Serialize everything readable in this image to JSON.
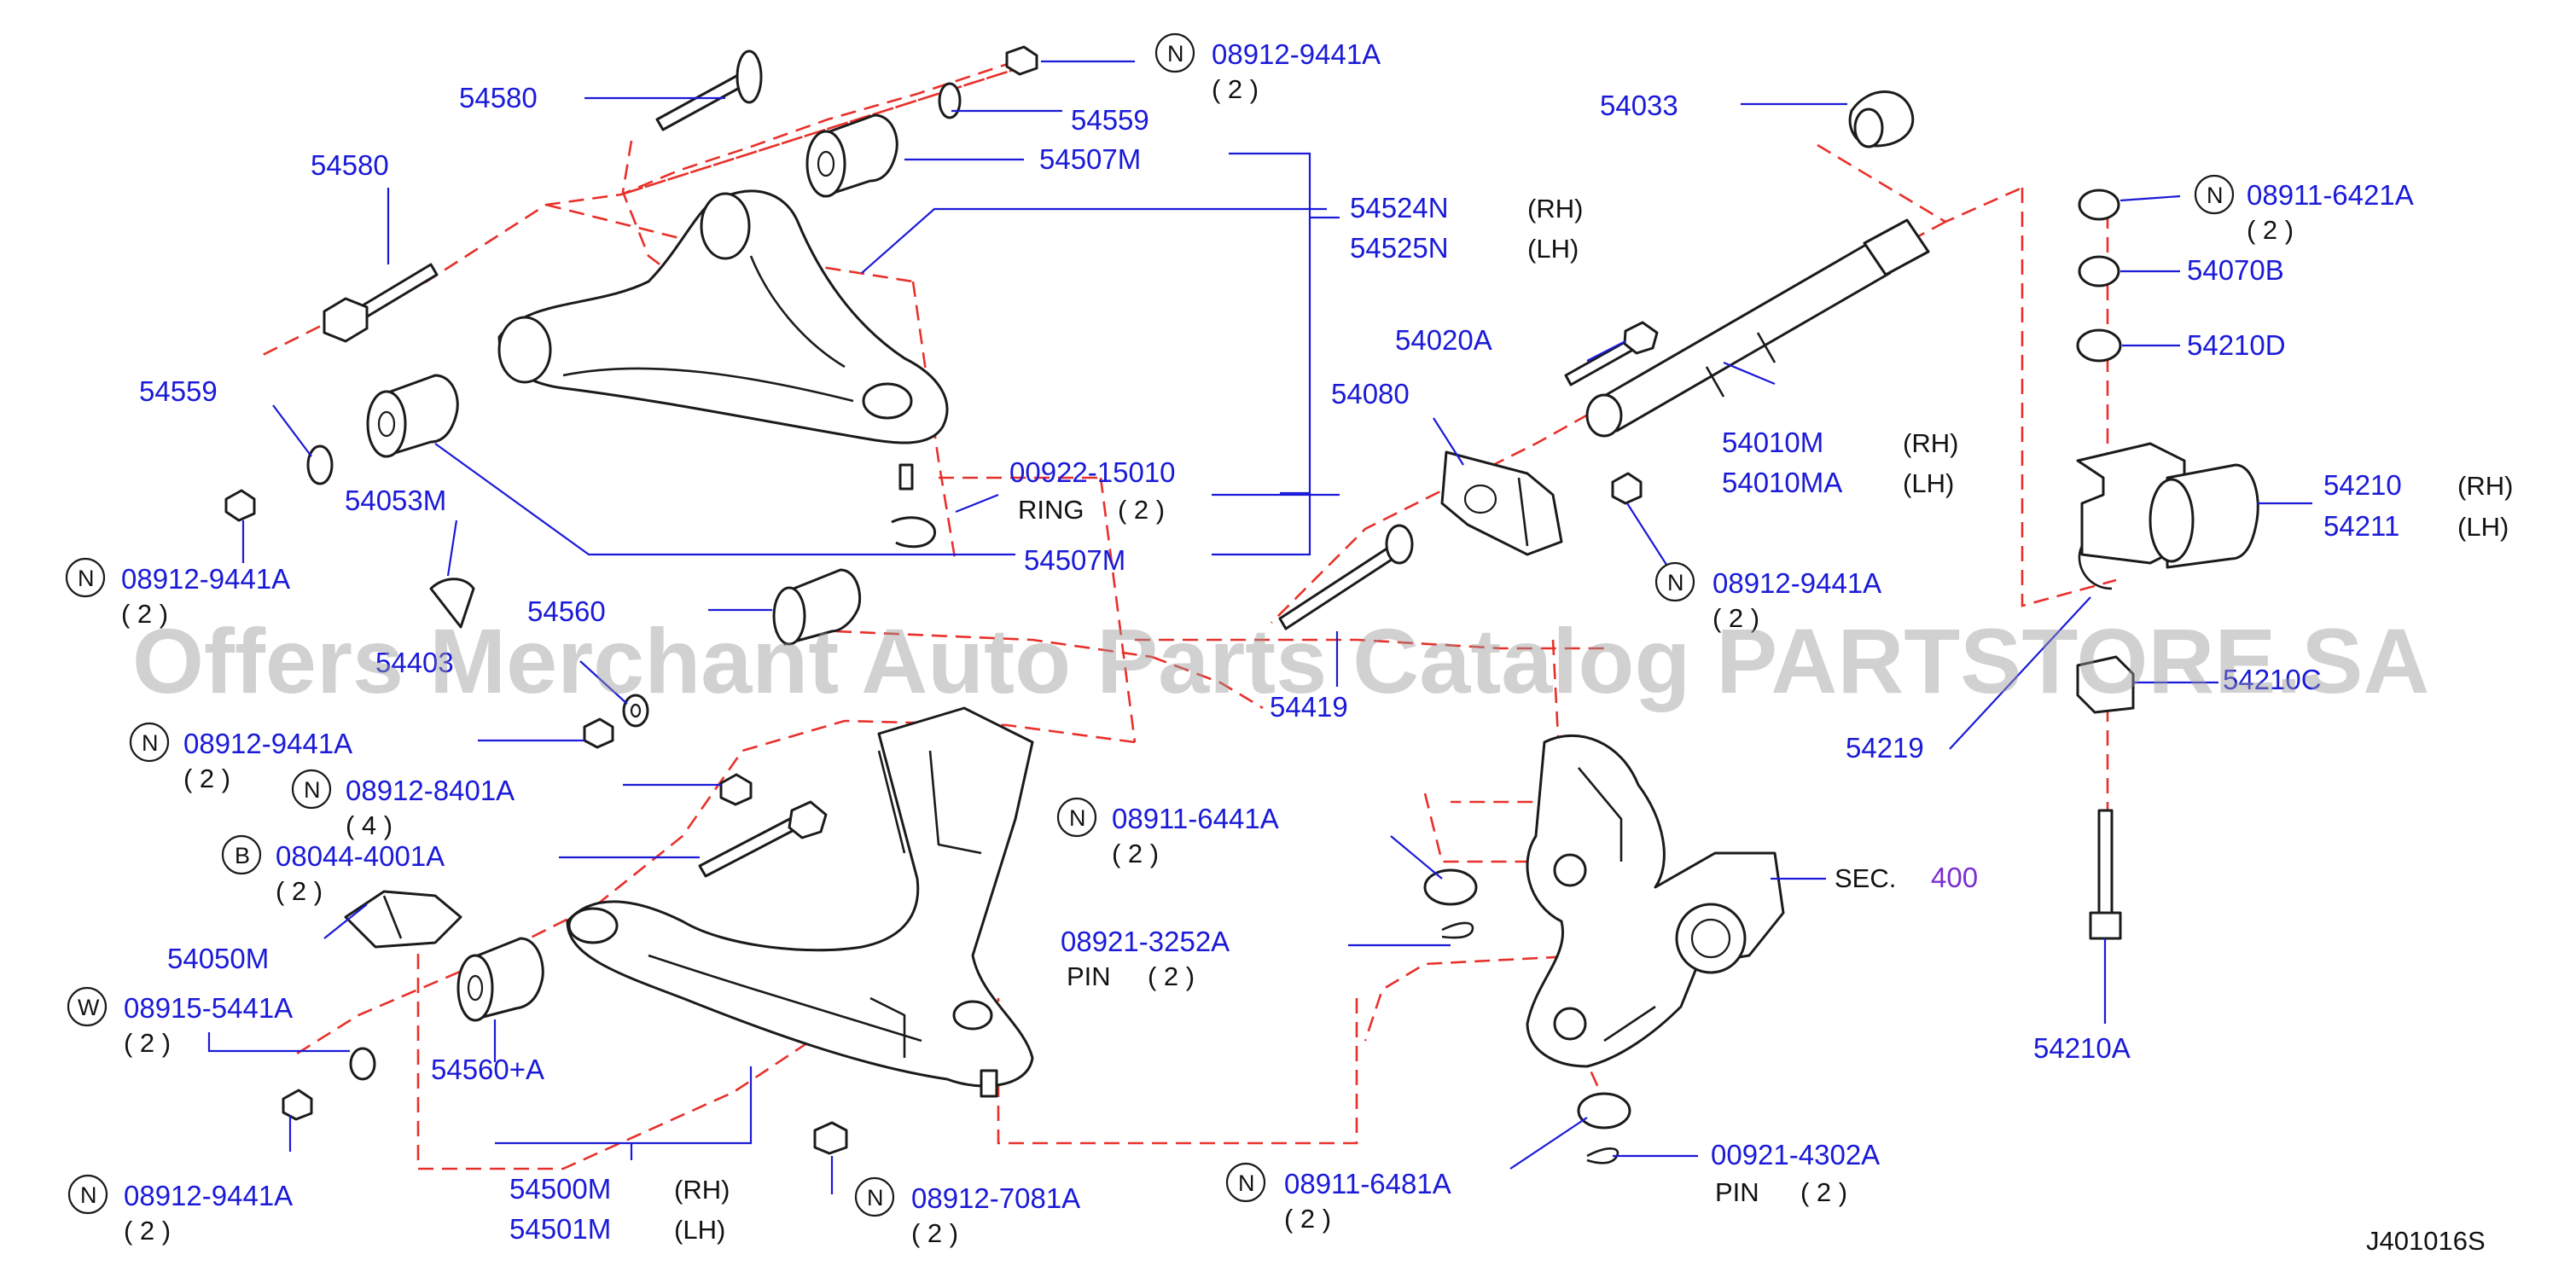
{
  "watermark": "Offers Merchant Auto Parts Catalog PARTSTORE.SA",
  "diagram_id": "J401016S",
  "section_ref": {
    "prefix": "SEC.",
    "number": "400"
  },
  "labels": {
    "p54580_top": "54580",
    "p54580_left": "54580",
    "p54559_top": "54559",
    "p54559_left": "54559",
    "p54507m_top": "54507M",
    "p54507m_bottom": "54507M",
    "p54524n": "54524N",
    "p54525n": "54525N",
    "rh1": "(RH)",
    "lh1": "(LH)",
    "p54053m": "54053M",
    "p00922_15010": "00922-15010",
    "ring": "RING",
    "ring_qty": "( 2 )",
    "p54560": "54560",
    "p54403": "54403",
    "p54033": "54033",
    "p54020a": "54020A",
    "p54080": "54080",
    "p54010m": "54010M",
    "p54010ma": "54010MA",
    "rh2": "(RH)",
    "lh2": "(LH)",
    "p54419": "54419",
    "p08911_6421a": "08911-6421A",
    "p08911_6421a_qty": "( 2 )",
    "p54070b": "54070B",
    "p54210d": "54210D",
    "p54210": "54210",
    "p54211": "54211",
    "rh3": "(RH)",
    "lh3": "(LH)",
    "p54210c": "54210C",
    "p54219": "54219",
    "p54210a": "54210A",
    "n1": "08912-9441A",
    "n1_qty": "( 2 )",
    "n2": "08912-9441A",
    "n2_qty": "( 2 )",
    "n3": "08912-9441A",
    "n3_qty": "( 2 )",
    "n4": "08912-9441A",
    "n4_qty": "( 2 )",
    "n5": "08912-8401A",
    "n5_qty": "( 4 )",
    "n6": "08912-9441A",
    "n6_qty": "( 2 )",
    "n7": "08911-6441A",
    "n7_qty": "( 2 )",
    "n8": "08912-7081A",
    "n8_qty": "( 2 )",
    "n9": "08911-6481A",
    "n9_qty": "( 2 )",
    "b1": "08044-4001A",
    "b1_qty": "( 2 )",
    "w1": "08915-5441A",
    "w1_qty": "( 2 )",
    "pin1": "08921-3252A",
    "pin1_word": "PIN",
    "pin1_qty": "( 2 )",
    "pin2": "00921-4302A",
    "pin2_word": "PIN",
    "pin2_qty": "( 2 )",
    "p54050m": "54050M",
    "p54560a": "54560+A",
    "p54500m": "54500M",
    "p54501m": "54501M",
    "rh4": "(RH)",
    "lh4": "(LH)"
  },
  "symbols": {
    "n": "N",
    "b": "B",
    "w": "W"
  },
  "colors": {
    "label": "#1a1ad8",
    "leader": "#1a1ad8",
    "dashed": "#e8302a",
    "section_number": "#7a2fd0",
    "text": "#111111"
  }
}
